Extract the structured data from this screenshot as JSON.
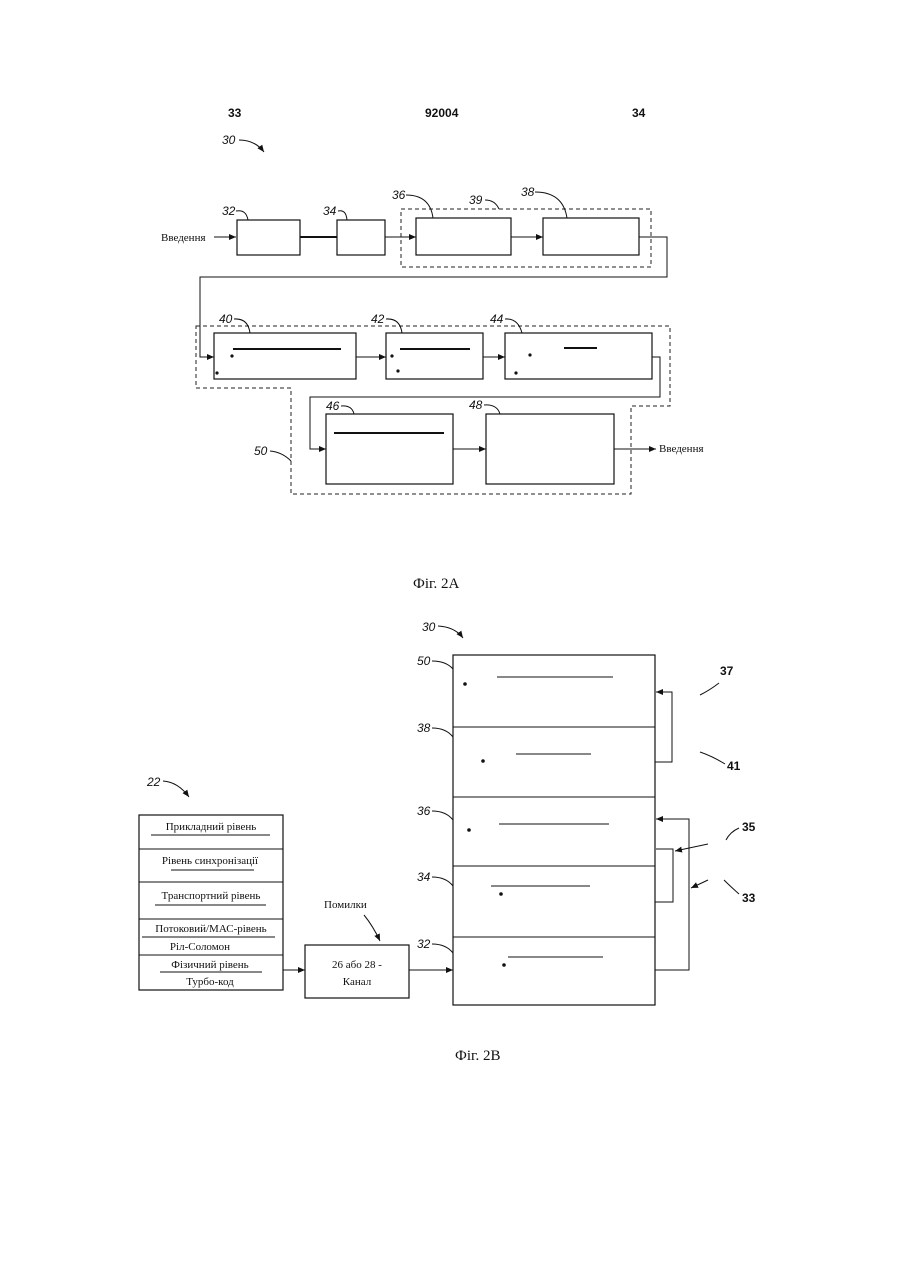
{
  "header": {
    "left_page": "33",
    "doc_number": "92004",
    "right_page": "34"
  },
  "fig2a": {
    "caption": "Фіг. 2А",
    "input_label": "Введення",
    "output_label": "Введення",
    "refs": {
      "r30": "30",
      "r32": "32",
      "r34": "34",
      "r36": "36",
      "r38": "38",
      "r39": "39",
      "r40": "40",
      "r42": "42",
      "r44": "44",
      "r46": "46",
      "r48": "48",
      "r50": "50"
    }
  },
  "fig2b": {
    "caption": "Фіг. 2В",
    "stack_ref": "22",
    "layers": [
      "Прикладний рівень",
      "Рівень синхронізації",
      "Транспортний рівень",
      "Потоковий/МАС-рівень",
      "Ріл-Соломон",
      "Фізичний рівень",
      "Турбо-код"
    ],
    "errors_label": "Помилки",
    "channel_line1": "26 або 28 -",
    "channel_line2": "Канал",
    "refs": {
      "r30": "30",
      "r50": "50",
      "r38": "38",
      "r36": "36",
      "r34": "34",
      "r32": "32",
      "r37": "37",
      "r41": "41",
      "r35": "35",
      "r33": "33"
    }
  }
}
